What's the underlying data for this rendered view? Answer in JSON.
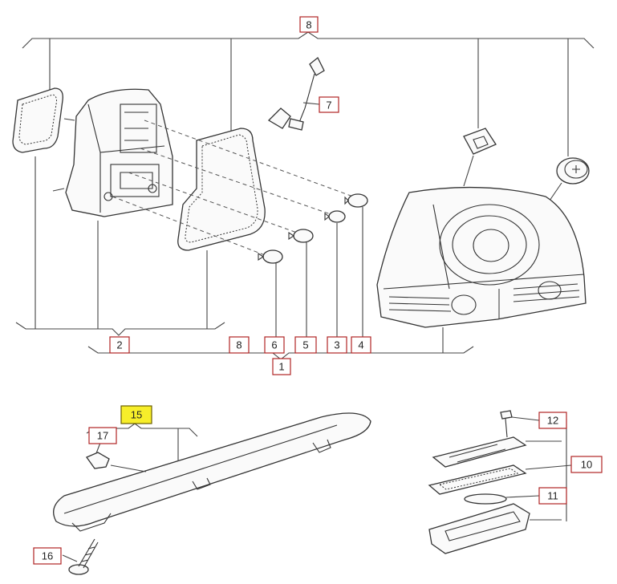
{
  "labels": {
    "p1": "1",
    "p2": "2",
    "p3": "3",
    "p4": "4",
    "p5": "5",
    "p6": "6",
    "p7": "7",
    "p8_top": "8",
    "p8_bottom": "8",
    "p10": "10",
    "p11": "11",
    "p12": "12",
    "p15": "15",
    "p16": "16",
    "p17": "17"
  },
  "highlight_color": "#f7ee2a",
  "label_border_color": "#b02424"
}
